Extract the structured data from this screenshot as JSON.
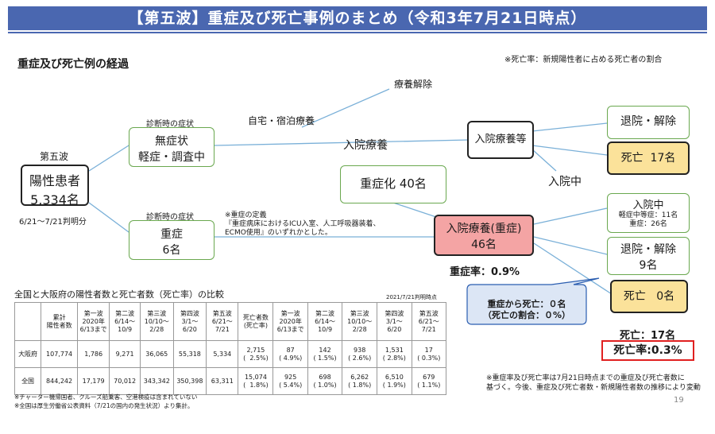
{
  "header": {
    "title": "【第五波】重症及び死亡事例のまとめ（令和3年7月21日時点）"
  },
  "section_title": "重症及び死亡例の経過",
  "note_top": "※死亡率：新規陽性者に占める死亡者の割合",
  "page_number": "19",
  "flow": {
    "wave_label": "第五波",
    "patients": {
      "line1": "陽性患者",
      "line2": "5,334名"
    },
    "period": "6/21〜7/21判明分",
    "diag_label_1": "診断時の症状",
    "diag_label_2": "診断時の症状",
    "mild": {
      "line1": "無症状",
      "line2": "軽症・調査中"
    },
    "severe": {
      "line1": "重症",
      "line2": "6名"
    },
    "home_stay": "自宅・宿泊療養",
    "recovery_top": "療養解除",
    "hospital_label": "入院療養",
    "hospital_etc": "入院療養等",
    "in_hospital_label": "入院中",
    "became_severe": "重症化 40名",
    "discharge_top": "退院・解除",
    "death_top": {
      "label": "死亡",
      "value": "17名"
    },
    "severe_hospital": {
      "line1": "入院療養(重症)",
      "line2": "46名"
    },
    "severe_rate": "重症率：0.9%",
    "severe_def": {
      "title": "※重症の定義",
      "line1": "『重症病床におけるICU入室、人工呼吸器装着、",
      "line2": "ECMO使用』のいずれかとした。"
    },
    "in_hospital_box": {
      "line1": "入院中",
      "line2": "軽症中等症：11名",
      "line3": "重症：26名"
    },
    "discharge_bottom": {
      "line1": "退院・解除",
      "line2": "9名"
    },
    "death_bottom": {
      "label": "死亡",
      "value": "0名"
    },
    "callout": {
      "line1": "重症から死亡：０名",
      "line2": "（死亡の割合：０%）"
    },
    "total_death": "死亡：17名",
    "death_rate": "死亡率:0.3%",
    "note_bottom_1": "※重症率及び死亡率は7月21日時点までの重症及び死亡者数に",
    "note_bottom_2": "基づく。今後、重症及び死亡者数・新規陽性者数の推移により変動"
  },
  "table": {
    "title": "全国と大阪府の陽性者数と死亡者数（死亡率）の比較",
    "date_note": "2021/7/21判明時点",
    "headers": {
      "total_pos": [
        "累計",
        "陽性者数"
      ],
      "waves_pos": [
        [
          "第一波",
          "2020年",
          "6/13まで"
        ],
        [
          "第二波",
          "6/14〜",
          "10/9"
        ],
        [
          "第三波",
          "10/10〜",
          "2/28"
        ],
        [
          "第四波",
          "3/1〜",
          "6/20"
        ],
        [
          "第五波",
          "6/21〜",
          "7/21"
        ]
      ],
      "total_death": [
        "死亡者数",
        "(死亡率)"
      ],
      "waves_death": [
        [
          "第一波",
          "2020年",
          "6/13まで"
        ],
        [
          "第二波",
          "6/14〜",
          "10/9"
        ],
        [
          "第三波",
          "10/10〜",
          "2/28"
        ],
        [
          "第四波",
          "3/1〜",
          "6/20"
        ],
        [
          "第五波",
          "6/21〜",
          "7/21"
        ]
      ]
    },
    "rows": [
      {
        "region": "大阪府",
        "total_pos": "107,774",
        "pos": [
          "1,786",
          "9,271",
          "36,065",
          "55,318",
          "5,334"
        ],
        "death_total": "2,715",
        "death_total_rate": "2.5%",
        "deaths": [
          "87",
          "142",
          "938",
          "1,531",
          "17"
        ],
        "death_rates": [
          "4.9%",
          "1.5%",
          "2.6%",
          "2.8%",
          "0.3%"
        ]
      },
      {
        "region": "全国",
        "total_pos": "844,242",
        "pos": [
          "17,179",
          "70,012",
          "343,342",
          "350,398",
          "63,311"
        ],
        "death_total": "15,074",
        "death_total_rate": "1.8%",
        "deaths": [
          "925",
          "698",
          "6,262",
          "6,510",
          "679"
        ],
        "death_rates": [
          "5.4%",
          "1.0%",
          "1.8%",
          "1.9%",
          "1.1%"
        ]
      }
    ],
    "footnote1": "※チャーター機帰国者、クルーズ船乗客、空港検疫は含まれていない",
    "footnote2": "※全国は厚生労働省公表資料（7/21の国内の発生状況）より集計。"
  },
  "colors": {
    "title_bg": "#4a67b0",
    "green_border": "#6aa84f",
    "yellow": "#fbe29a",
    "red_box": "#f4a4a4",
    "callout": "#dce6f5",
    "death_rate_border": "#e02020"
  }
}
